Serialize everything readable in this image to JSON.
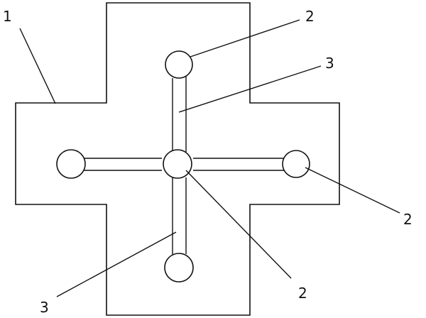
{
  "diagram": {
    "labels": {
      "body": "1",
      "well_top": "2",
      "well_right": "2",
      "well_center": "2",
      "channel_top": "3",
      "channel_bottom": "3"
    },
    "colors": {
      "line": "#111111",
      "background": "#ffffff"
    }
  }
}
